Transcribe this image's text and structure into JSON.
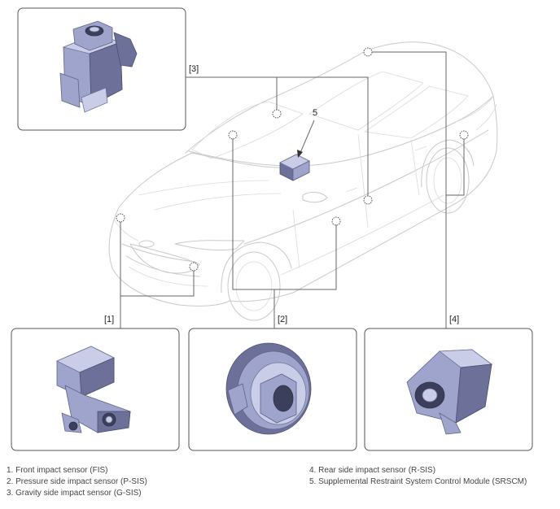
{
  "callouts": {
    "group_1": "[1]",
    "group_2": "[2]",
    "group_3": "[3]",
    "group_4": "[4]",
    "item_5": "5"
  },
  "legend": {
    "left": [
      "1. Front impact sensor (FIS)",
      "2. Pressure side impact sensor (P-SIS)",
      "3. Gravity side impact sensor (G-SIS)"
    ],
    "right": [
      "4. Rear side impact sensor (R-SIS)",
      "5. Supplemental Restraint System Control Module (SRSCM)"
    ]
  },
  "colors": {
    "sensor_light": "#c9cde8",
    "sensor_mid": "#9fa4cc",
    "sensor_dark": "#6d7199",
    "car_outline": "#c9c9c9",
    "leader_line": "#666666"
  }
}
